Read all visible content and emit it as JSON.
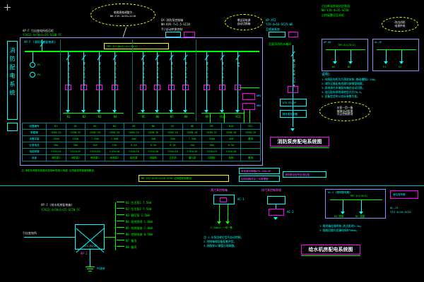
{
  "titles": {
    "left_vertical": "消防配电系统",
    "fire": "消防泵房配电系统图",
    "water": "给水机房配电系统图"
  },
  "clouds": {
    "a": [
      "电缆规格调整为",
      "NH-YJV-4×35+1×16"
    ],
    "b": [
      "增设双电源",
      "自动切换箱"
    ],
    "c": [
      "改由消防",
      "电源供电"
    ],
    "d": [
      "水泵一用一备",
      "故障自动投换",
      "详见控制原理"
    ]
  },
  "top_left_note": "AP-F 引自变电所低压柜",
  "block1": [
    "QX-消防泵控制箱",
    "NH-KVV-7×1.5-SC20",
    "手/自动转换控制"
  ],
  "block2": [
    "AP-XF2",
    "YJV-4×16-SC25-WE",
    "至喷淋泵房"
  ],
  "right_top": [
    "引自柴油发电机应急段",
    "NH-YJV-4×35-SC50",
    "沿桥架敷设至本柜"
  ],
  "main": {
    "panel_label": "AP-F (消防泵房配电柜)",
    "incoming": "YJV22-4×70+1×35-SC80-FC",
    "busbar": "TMY-3×(40×4)+1×(40×4)",
    "meters": [
      "PV",
      "PA"
    ],
    "contactors": [
      "KM1",
      "KM2"
    ],
    "feeders": [
      {
        "id": "N1",
        "cable": "NH-YJV-4×25-SC40"
      },
      {
        "id": "N2",
        "cable": "NH-YJV-4×25-SC40"
      },
      {
        "id": "N3",
        "cable": "NH-YJV-4×16-SC32"
      },
      {
        "id": "N4",
        "cable": "NH-YJV-4×16-SC32"
      },
      {
        "id": "N5",
        "cable": "NH-YJV-4×10-SC25"
      },
      {
        "id": "N6",
        "cable": "NH-YJV-4×10-SC25"
      },
      {
        "id": "N7",
        "cable": "NH-YJV-4×10-SC25"
      },
      {
        "id": "N8",
        "cable": "NH-YJV-4×16-SC32"
      },
      {
        "id": "N9",
        "cable": "NH-YJV-4×25-SC40"
      },
      {
        "id": "N10",
        "cable": "NH-YJV-4×10-SC25"
      },
      {
        "id": "N11",
        "cable": "备用"
      }
    ],
    "table": {
      "rows": [
        [
          "回路编号",
          "N1",
          "N2",
          "N3",
          "N4",
          "N5",
          "N6",
          "N7",
          "N8",
          "N9",
          "N10",
          "N11"
        ],
        [
          "断路器",
          "C65N-32",
          "C65N-32",
          "C65N-20",
          "C65N-20",
          "C65N-16",
          "C65N-16",
          "C65N-16",
          "C65N-20",
          "C65N-32",
          "C65N-16",
          "C65N-16"
        ],
        [
          "设备容量",
          "15kW",
          "15kW",
          "7.5kW",
          "7.5kW",
          "4kW",
          "4kW",
          "4kW",
          "7.5kW",
          "15kW",
          "4kW",
          "备用"
        ],
        [
          "计算电流",
          "30A",
          "30A",
          "15A",
          "15A",
          "8.5A",
          "8.5A",
          "8.5A",
          "15A",
          "30A",
          "8.5A",
          ""
        ],
        [
          "电缆规格",
          "YJV4×25",
          "YJV4×25",
          "YJV4×16",
          "YJV4×16",
          "YJV4×10",
          "YJV4×10",
          "YJV4×10",
          "YJV4×16",
          "YJV4×25",
          "YJV4×10",
          ""
        ],
        [
          "用途",
          "消防泵1",
          "消防泵2",
          "喷淋泵1",
          "喷淋泵2",
          "稳压泵",
          "排烟机",
          "正压机",
          "潜污泵",
          "控制柜",
          "检修",
          "备用"
        ]
      ]
    }
  },
  "below_panel": {
    "note1": "注:消防负荷配电线路均选用NH型耐火电缆,沿桥架或穿钢管暗敷设。",
    "hl": "NH-YJV-4×35+1×16-SC50 沿电缆桥架敷设",
    "boxes": [
      "双电源切换箱ATS-100/4P",
      "控制回路详见二次原理图",
      "消防联动信号至消控室"
    ]
  },
  "mid_column": {
    "top_label": "至屋顶消防水箱间",
    "cable": "NH-YJV-4×16-SC25-WE",
    "boxes": [
      "ATS-63/4P",
      "稳压泵控制箱"
    ]
  },
  "right_column": {
    "mini1_title": "AP-W1",
    "mini1_bus": "TMY-4×(25×3)",
    "mini1_ids": [
      "W1",
      "W2"
    ],
    "mini2_title": "AL-XF",
    "mini2_ids": [
      "E1",
      "E2"
    ],
    "notes_title": "说明:",
    "notes": [
      "1.本图配电柜均为落地安装,基础槽钢2-10#。",
      "2.消防设备配电线路均穿钢管暗敷。",
      "3.双电源在末端配电箱处自动切换。",
      "4.低压配电系统接地型式为TN-S。",
      "5.设备定货时以实际参数为准。"
    ]
  },
  "bottom_left": {
    "header1": "AP-J (给水机房配电箱)",
    "header2": "YJV22-4×50+1×25-SC70-FC",
    "incoming_label": "引自变电所",
    "box_label": "ATS-63/4P",
    "under_label": "AP-J",
    "branches": [
      "N1 生活泵1 7.5kW",
      "N2 生活泵2 7.5kW",
      "N3 稳压泵 1.5kW",
      "N4 机房照明 1.0kW",
      "N5 检修插座 2.0kW",
      "N6 控制电源 0.5kW",
      "N7 备用",
      "N8 备用"
    ],
    "ground": "PE接地"
  },
  "bottom_mid": {
    "d1_title": "潜污泵控制箱",
    "d1_label": "AC-1",
    "d1_sub": "2.2kW×2 一用一备",
    "d2_title": "排污泵控制原理",
    "d2_label": "AC-2",
    "notes": [
      "注:1.水泵由液位信号自动控制。",
      "2.控制箱随设备配套供货。",
      "3.线路穿SC钢管沿墙暗敷。"
    ]
  },
  "bottom_right": {
    "mini_title": "AL-J (照明配电箱)",
    "bus": "TMY-4×(20×3)",
    "labels": [
      "N1 照明",
      "N2 插座"
    ],
    "side_box": "液位信号箱",
    "corner": [
      "AL-J1",
      "YJV-4×10-SC25"
    ],
    "notes": [
      "1.照明箱挂墙明装,底边距地1.5m。",
      "2.插座回路均设漏电保护30mA。"
    ]
  }
}
